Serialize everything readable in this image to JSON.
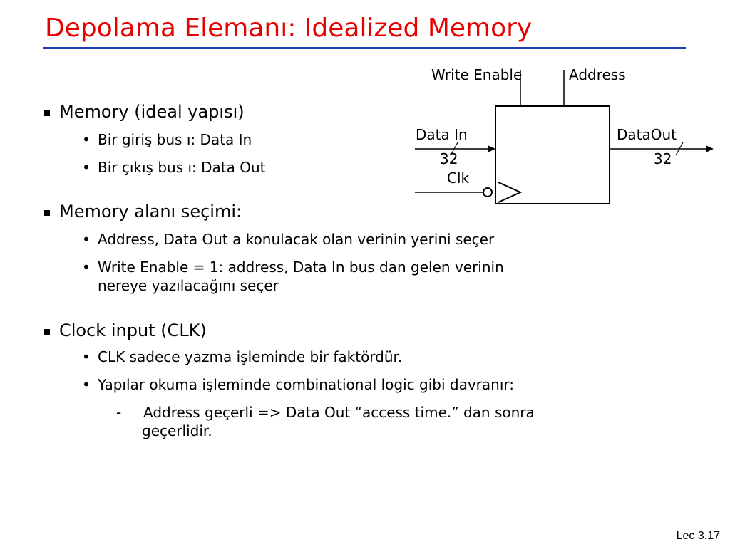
{
  "slide": {
    "title": "Depolama Elemanı: Idealized Memory",
    "page_label": "Lec 3.17"
  },
  "colors": {
    "title": "#e60000",
    "rule": "#1f3fb8",
    "text": "#000000"
  },
  "bullets": [
    {
      "text": "Memory (ideal yapısı)",
      "sub": [
        {
          "text": "Bir giriş bus ı: Data In"
        },
        {
          "text": "Bir çıkış bus ı: Data Out"
        }
      ]
    },
    {
      "text": "Memory alanı seçimi:",
      "sub": [
        {
          "text": "Address, Data Out a konulacak olan verinin yerini seçer"
        },
        {
          "text": "Write Enable = 1: address, Data In bus dan gelen verinin",
          "text2": "nereye yazılacağını seçer"
        }
      ]
    },
    {
      "text": "Clock input (CLK)",
      "sub": [
        {
          "text": "CLK sadece yazma işleminde bir faktördür."
        },
        {
          "text": "Yapılar okuma işleminde combinational logic gibi davranır:",
          "sub": [
            {
              "text": "Address geçerli => Data Out “access time.” dan sonra",
              "text2": "geçerlidir."
            }
          ]
        }
      ]
    }
  ],
  "diagram": {
    "write_enable": "Write Enable",
    "address": "Address",
    "data_in": "Data In",
    "data_out": "DataOut",
    "width_in": "32",
    "width_out": "32",
    "clk": "Clk"
  }
}
